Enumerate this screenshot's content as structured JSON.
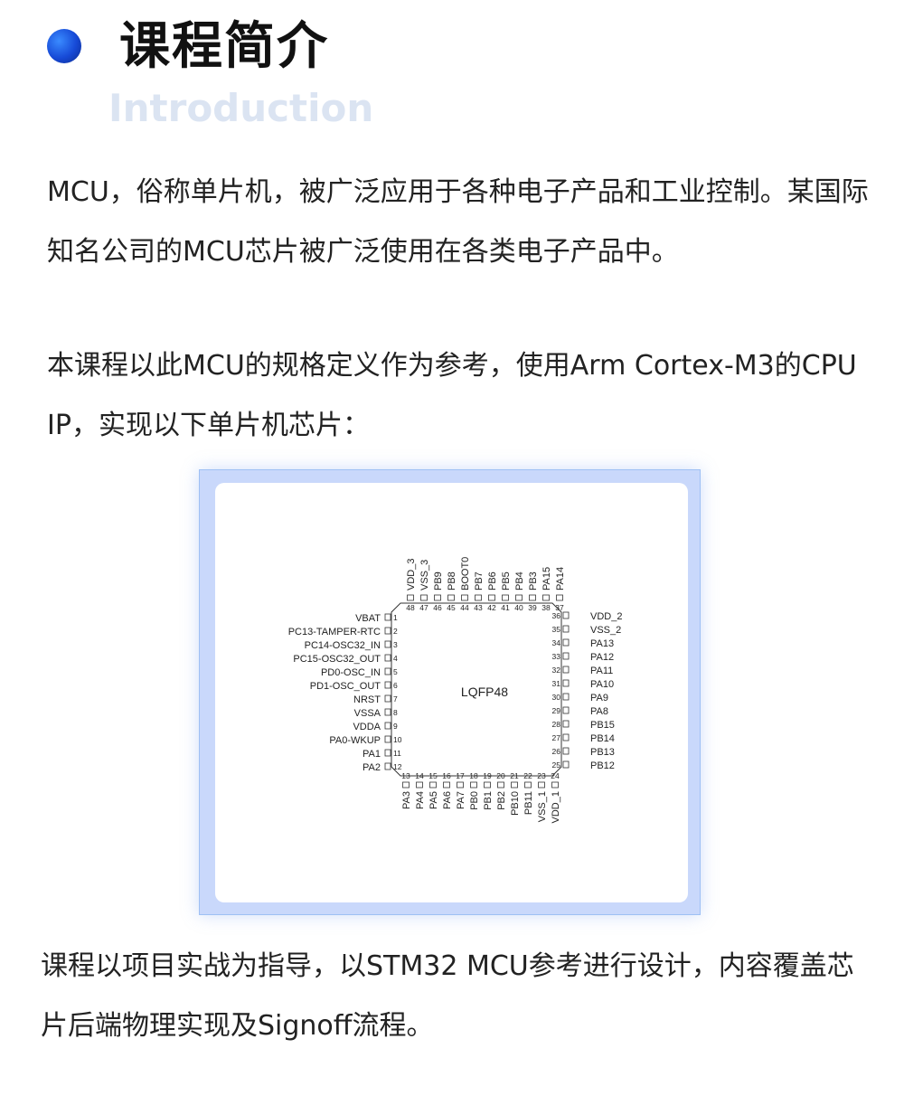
{
  "header": {
    "title": "课程简介",
    "subtitle": "Introduction"
  },
  "paragraphs": [
    "MCU，俗称单片机，被广泛应用于各种电子产品和工业控制。某国际知名公司的MCU芯片被广泛使用在各类电子产品中。",
    "本课程以此MCU的规格定义作为参考，使用Arm Cortex-M3的CPU IP，实现以下单片机芯片：",
    "课程以项目实战为指导，以STM32 MCU参考进行设计，内容覆盖芯片后端物理实现及Signoff流程。"
  ],
  "chip": {
    "package": "LQFP48",
    "left_pins": [
      {
        "num": "1",
        "name": "VBAT"
      },
      {
        "num": "2",
        "name": "PC13-TAMPER-RTC"
      },
      {
        "num": "3",
        "name": "PC14-OSC32_IN"
      },
      {
        "num": "4",
        "name": "PC15-OSC32_OUT"
      },
      {
        "num": "5",
        "name": "PD0-OSC_IN"
      },
      {
        "num": "6",
        "name": "PD1-OSC_OUT"
      },
      {
        "num": "7",
        "name": "NRST"
      },
      {
        "num": "8",
        "name": "VSSA"
      },
      {
        "num": "9",
        "name": "VDDA"
      },
      {
        "num": "10",
        "name": "PA0-WKUP"
      },
      {
        "num": "11",
        "name": "PA1"
      },
      {
        "num": "12",
        "name": "PA2"
      }
    ],
    "bottom_pins": [
      {
        "num": "13",
        "name": "PA3"
      },
      {
        "num": "14",
        "name": "PA4"
      },
      {
        "num": "15",
        "name": "PA5"
      },
      {
        "num": "16",
        "name": "PA6"
      },
      {
        "num": "17",
        "name": "PA7"
      },
      {
        "num": "18",
        "name": "PB0"
      },
      {
        "num": "19",
        "name": "PB1"
      },
      {
        "num": "20",
        "name": "PB2"
      },
      {
        "num": "21",
        "name": "PB10"
      },
      {
        "num": "22",
        "name": "PB11"
      },
      {
        "num": "23",
        "name": "VSS_1"
      },
      {
        "num": "24",
        "name": "VDD_1"
      }
    ],
    "right_pins": [
      {
        "num": "36",
        "name": "VDD_2"
      },
      {
        "num": "35",
        "name": "VSS_2"
      },
      {
        "num": "34",
        "name": "PA13"
      },
      {
        "num": "33",
        "name": "PA12"
      },
      {
        "num": "32",
        "name": "PA11"
      },
      {
        "num": "31",
        "name": "PA10"
      },
      {
        "num": "30",
        "name": "PA9"
      },
      {
        "num": "29",
        "name": "PA8"
      },
      {
        "num": "28",
        "name": "PB15"
      },
      {
        "num": "27",
        "name": "PB14"
      },
      {
        "num": "26",
        "name": "PB13"
      },
      {
        "num": "25",
        "name": "PB12"
      }
    ],
    "top_pins": [
      {
        "num": "48",
        "name": "VDD_3"
      },
      {
        "num": "47",
        "name": "VSS_3"
      },
      {
        "num": "46",
        "name": "PB9"
      },
      {
        "num": "45",
        "name": "PB8"
      },
      {
        "num": "44",
        "name": "BOOT0"
      },
      {
        "num": "43",
        "name": "PB7"
      },
      {
        "num": "42",
        "name": "PB6"
      },
      {
        "num": "41",
        "name": "PB5"
      },
      {
        "num": "40",
        "name": "PB4"
      },
      {
        "num": "39",
        "name": "PB3"
      },
      {
        "num": "38",
        "name": "PA15"
      },
      {
        "num": "37",
        "name": "PA14"
      }
    ]
  }
}
